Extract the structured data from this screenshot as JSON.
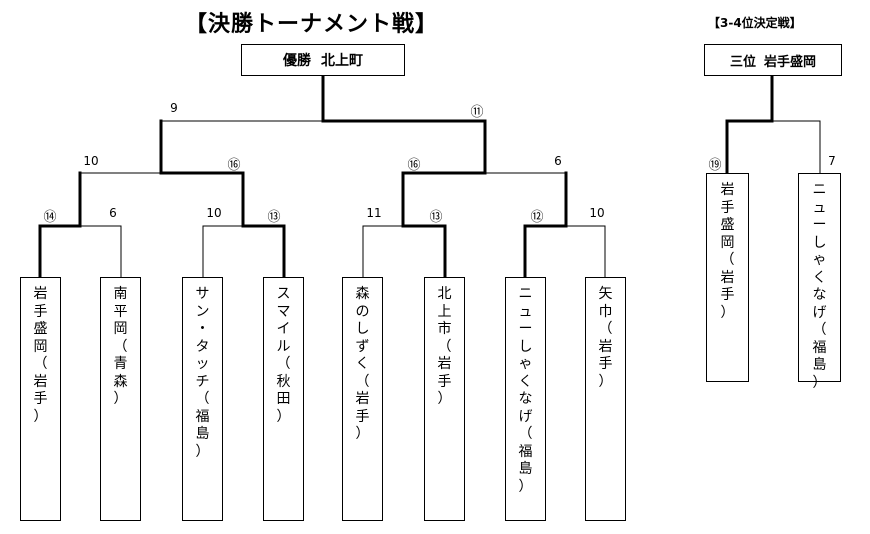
{
  "title": "【決勝トーナメント戦】",
  "third_place_title": "【3-4位決定戦】",
  "champion": {
    "label": "優勝",
    "team": "北上町"
  },
  "third_place": {
    "label": "三位",
    "team": "岩手盛岡"
  },
  "teams": [
    "岩手盛岡（岩手）",
    "南平岡（青森）",
    "サン・タッチ（福島）",
    "スマイル（秋田）",
    "森のしずく（岩手）",
    "北上市（岩手）",
    "ニューしゃくなげ（福島）",
    "矢巾（岩手）"
  ],
  "third_place_teams": [
    "岩手盛岡（岩手）",
    "ニューしゃくなげ（福島）"
  ],
  "scores": {
    "r1_m1_left": "⑭",
    "r1_m1_right": "6",
    "r1_m2_left": "10",
    "r1_m2_right": "⑬",
    "r1_m3_left": "11",
    "r1_m3_right": "⑬",
    "r1_m4_left": "⑫",
    "r1_m4_right": "10",
    "sf1_left": "10",
    "sf1_right": "⑯",
    "sf2_left": "⑯",
    "sf2_right": "6",
    "final_left": "9",
    "final_right": "⑪",
    "third_left": "⑲",
    "third_right": "7"
  },
  "line_color": "#000000"
}
